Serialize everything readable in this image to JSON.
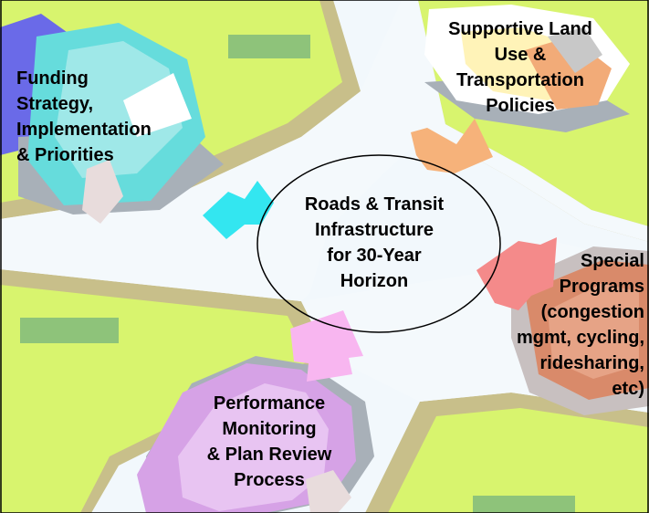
{
  "colors": {
    "background_map": "#f0f8ff",
    "road": "#f4f9fc",
    "grass": "#d6f56a",
    "road_edge": "#c8c08a",
    "funding_cluster": "#66e0e0",
    "land_use_cluster": "#ffd98a",
    "special_cluster": "#d98a66",
    "perf_cluster": "#d9a3e6",
    "arrow_cyan": "#33e8f0",
    "arrow_orange": "#f8b478",
    "arrow_red": "#f88a8a",
    "arrow_pink": "#f8b8f0",
    "oval_stroke": "#000000"
  },
  "diagram": {
    "center": {
      "lines": [
        "Roads & Transit",
        "Infrastructure",
        "for 30-Year",
        "Horizon"
      ]
    },
    "funding": {
      "lines": [
        "Funding",
        "Strategy,",
        "Implementation",
        "& Priorities"
      ]
    },
    "land_use": {
      "lines": [
        "Supportive Land",
        "Use &",
        "Transportation",
        "Policies"
      ]
    },
    "special": {
      "lines": [
        "Special",
        "Programs",
        "(congestion",
        "mgmt, cycling,",
        "ridesharing,",
        "etc)"
      ]
    },
    "performance": {
      "lines": [
        "Performance",
        "Monitoring",
        "& Plan Review",
        "Process"
      ]
    }
  }
}
